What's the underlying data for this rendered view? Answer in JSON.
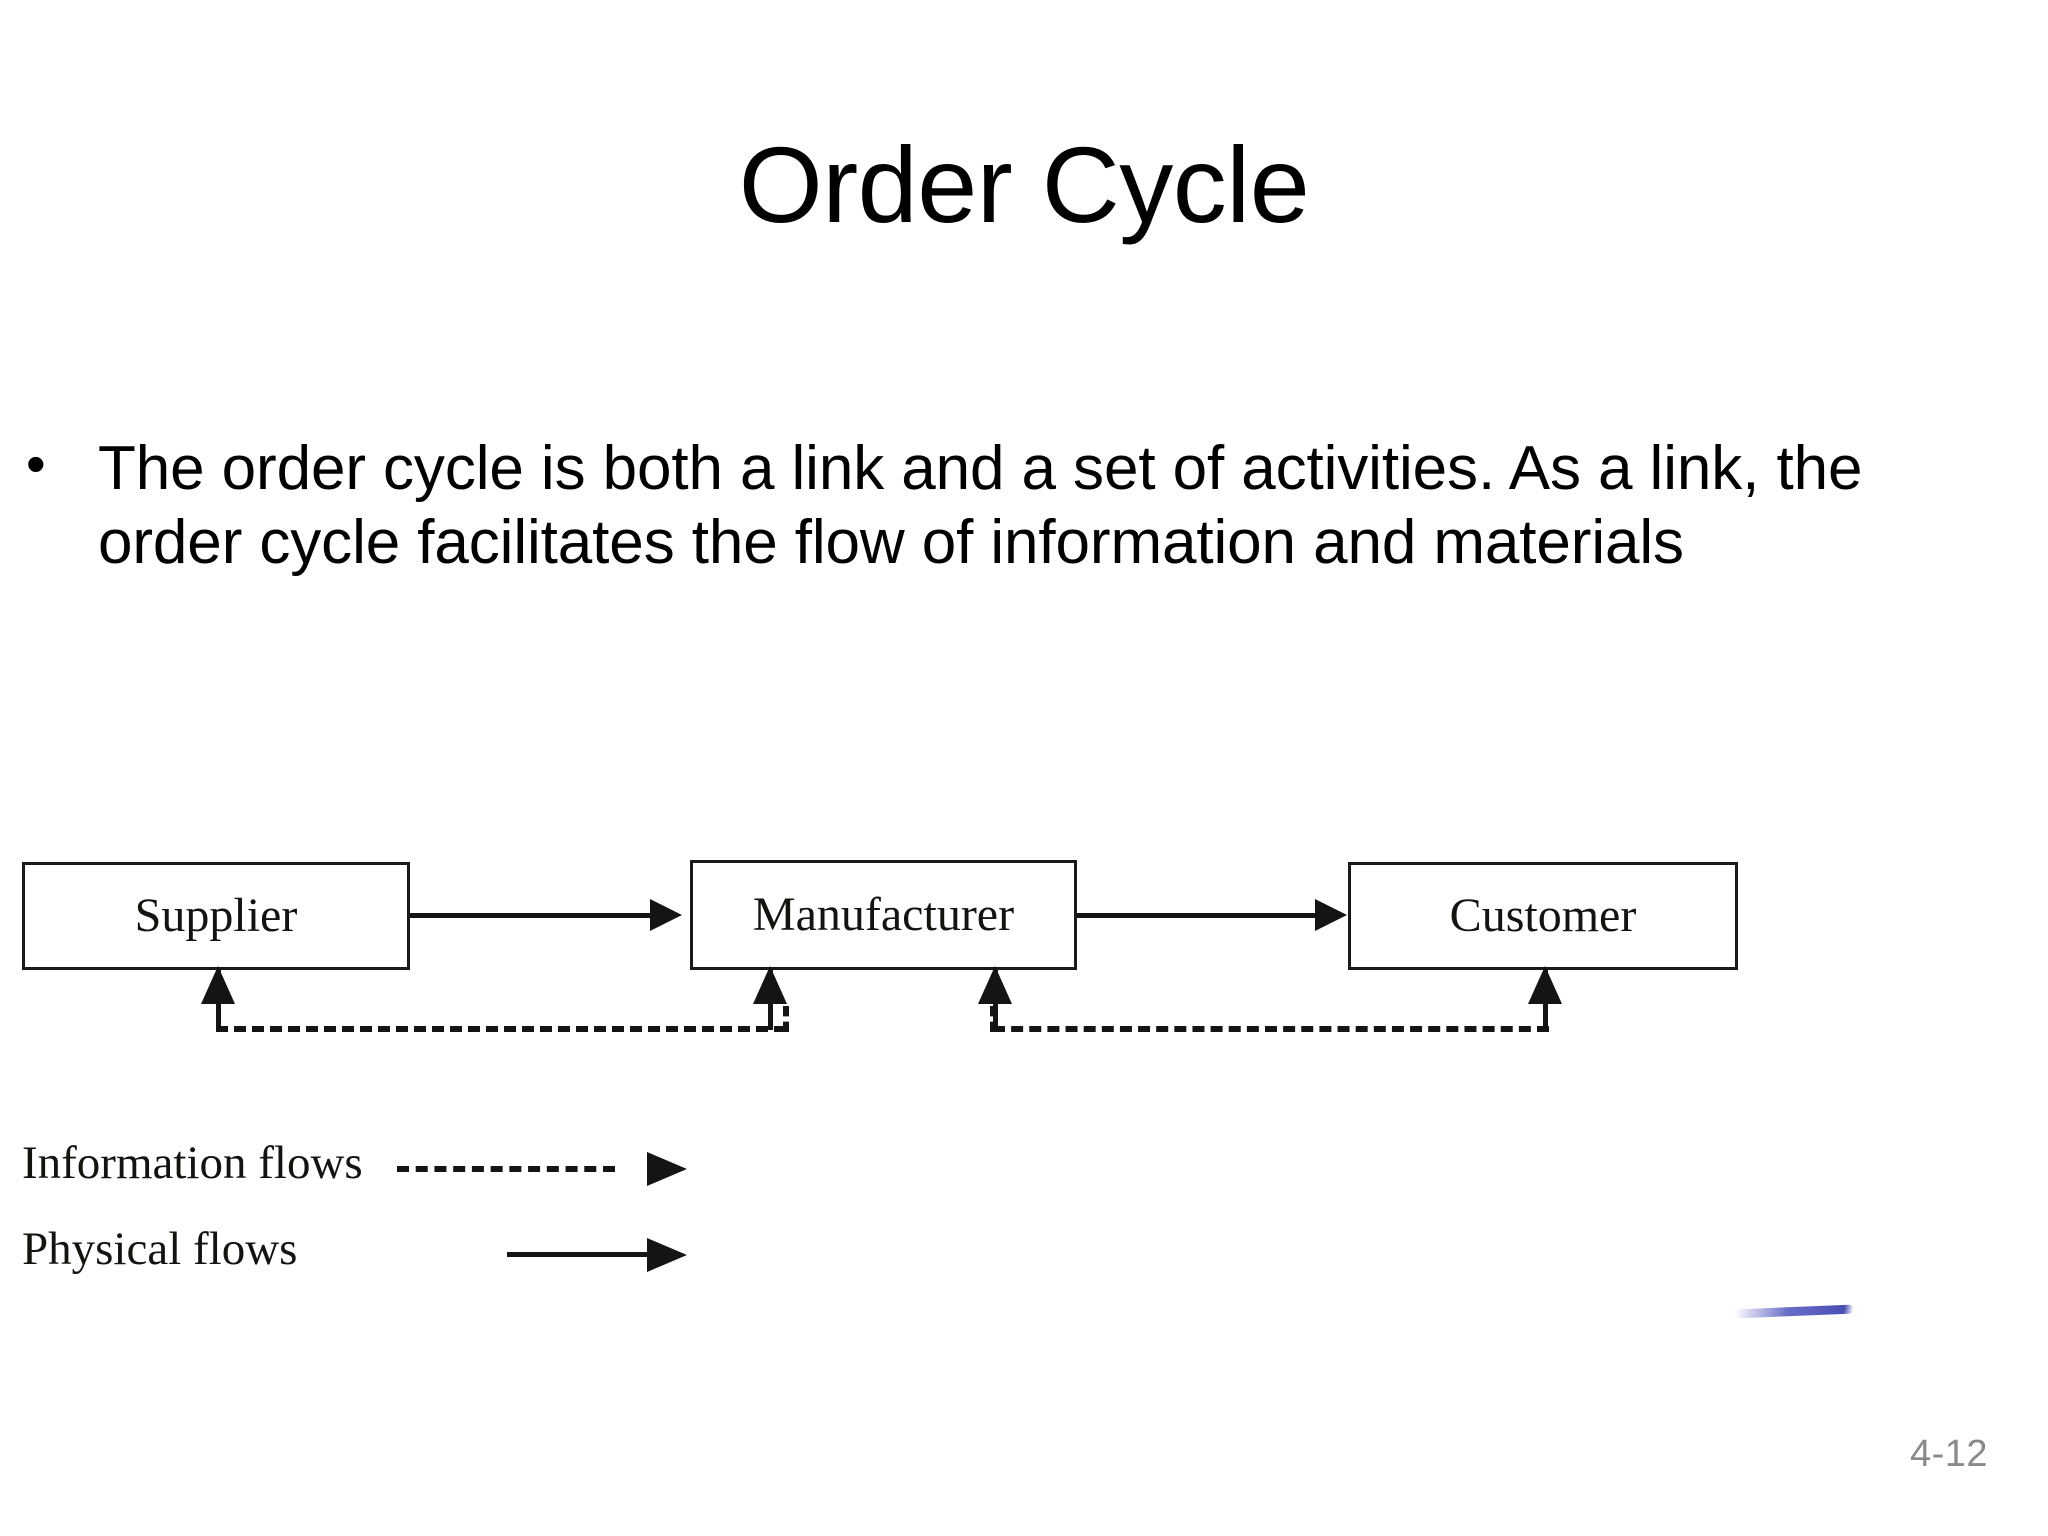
{
  "slide": {
    "title": "Order Cycle",
    "page_number": "4-12",
    "background_color": "#ffffff",
    "text_color": "#000000",
    "page_number_color": "#8a8a8a"
  },
  "body": {
    "bullets": [
      {
        "marker": "•",
        "text": "The order cycle is both a link and a set of activities. As a link, the order cycle facilitates the flow of information and materials"
      }
    ]
  },
  "diagram": {
    "nodes": [
      {
        "id": "supplier",
        "label": "Supplier"
      },
      {
        "id": "manufacturer",
        "label": "Manufacturer"
      },
      {
        "id": "customer",
        "label": "Customer"
      }
    ],
    "physical_flows": [
      {
        "from": "supplier",
        "to": "manufacturer",
        "style": "solid"
      },
      {
        "from": "manufacturer",
        "to": "customer",
        "style": "solid"
      }
    ],
    "information_flows": [
      {
        "from": "manufacturer",
        "to": "supplier",
        "style": "dashed"
      },
      {
        "from": "customer",
        "to": "manufacturer",
        "style": "dashed"
      }
    ],
    "line_color": "#141414"
  },
  "legend": {
    "items": [
      {
        "label": "Information flows",
        "style": "dashed"
      },
      {
        "label": "Physical flows",
        "style": "solid"
      }
    ]
  }
}
